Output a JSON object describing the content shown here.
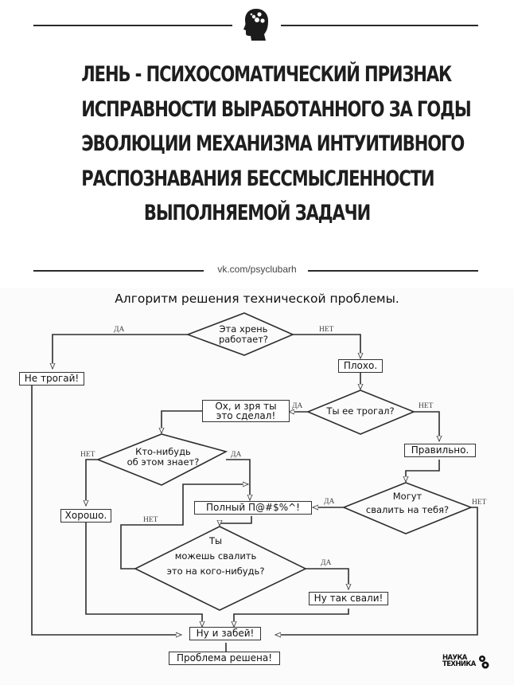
{
  "header": {
    "icon": "head-with-gears-icon",
    "headline_lines": [
      "ЛЕНЬ  - ПСИХОСОМАТИЧЕСКИЙ ПРИЗНАК",
      "ИСПРАВНОСТИ ВЫРАБОТАННОГО ЗА ГОДЫ",
      "ЭВОЛЮЦИИ МЕХАНИЗМА ИНТУИТИВНОГО",
      "РАСПОЗНАВАНИЯ БЕССМЫСЛЕННОСТИ",
      "ВЫПОЛНЯЕМОЙ ЗАДАЧИ"
    ],
    "source": "vk.com/psyclubarh"
  },
  "flowchart": {
    "title": "Алгоритм решения технической проблемы.",
    "nodes": {
      "works": "Эта хрень\nработает?",
      "dont_touch": "Не трогай!",
      "bad": "Плохо.",
      "touched": "Ты ее трогал?",
      "oh_no": "Ох, и зря ты\nэто сделал!",
      "correct": "Правильно.",
      "anyone_knows": "Кто-нибудь\nоб этом знает?",
      "good": "Хорошо.",
      "full_mess": "Полный П@#$%^!",
      "blame_you": "Могут\nсвалить на тебя?",
      "blame_other": "Ты\nможешь свалить\nэто на кого-нибудь?",
      "blame_it": "Ну так свали!",
      "forget_it": "Ну и забей!",
      "solved": "Проблема решена!"
    },
    "edge_labels": {
      "yes": "ДА",
      "no": "НЕТ"
    }
  },
  "footer": {
    "logo_line1": "НАУКА",
    "logo_line2": "ТЕХНИКА",
    "logo_icon": "gears-icon"
  }
}
